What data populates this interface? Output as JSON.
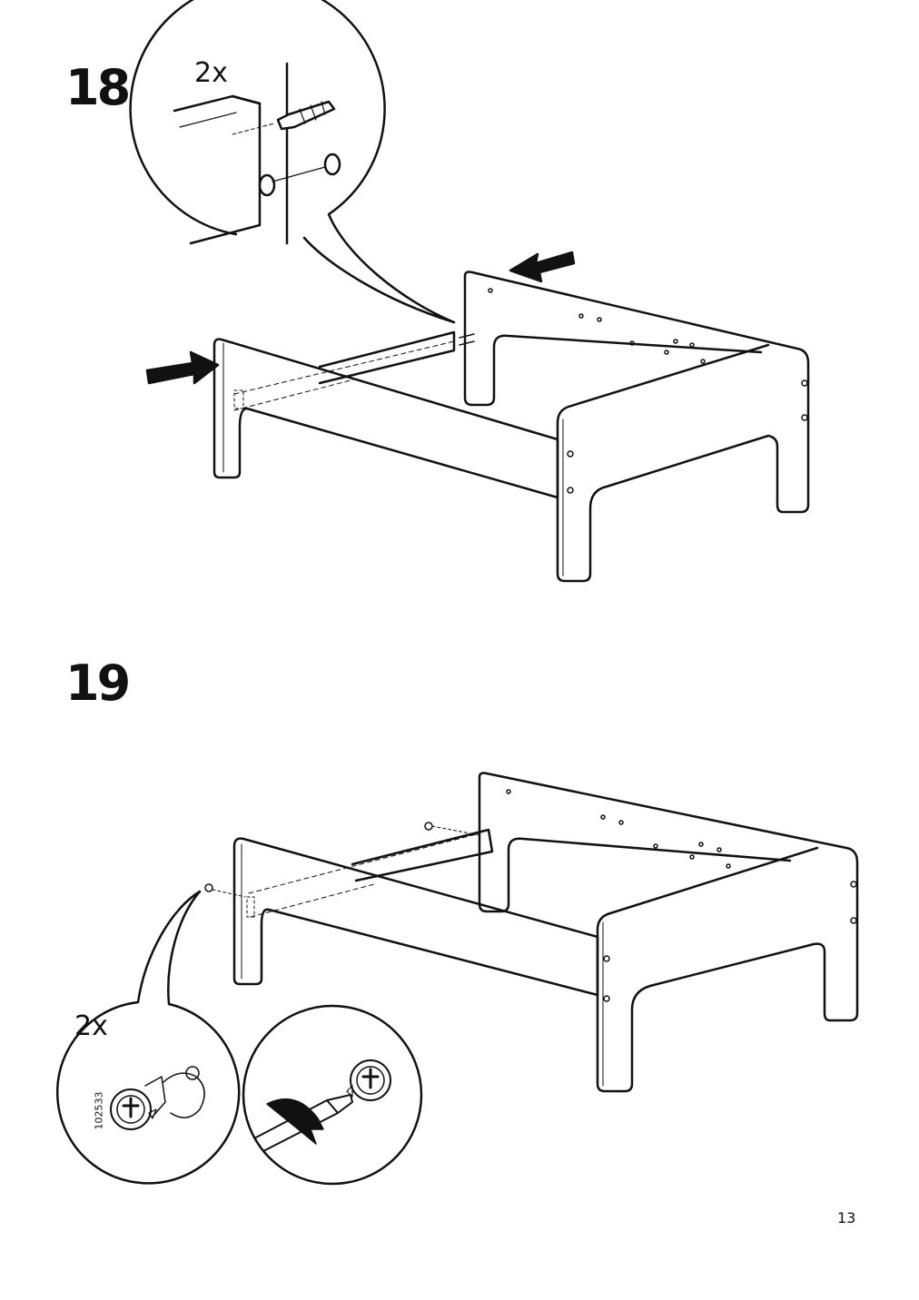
{
  "steps": [
    {
      "number": "18",
      "quantity": "2x"
    },
    {
      "number": "19",
      "quantity": "2x",
      "part_number": "102533"
    }
  ],
  "page_number": "13"
}
